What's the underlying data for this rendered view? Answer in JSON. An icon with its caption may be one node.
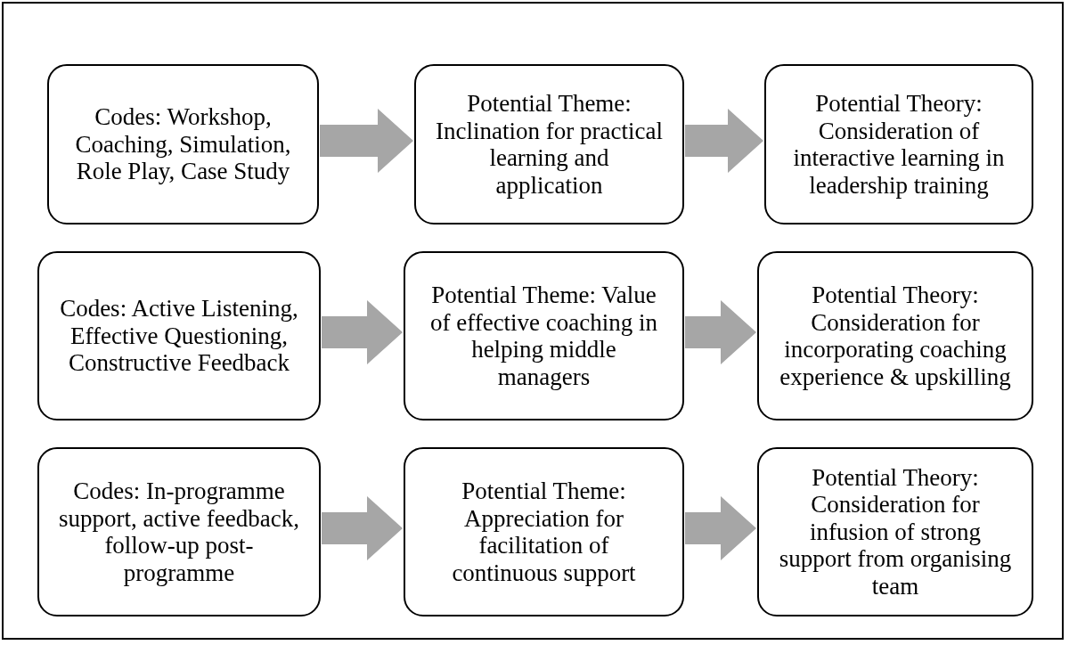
{
  "diagram": {
    "nodes": [
      {
        "text": [
          "Codes: Workshop, Coaching, Simulation, Role Play, Case Study"
        ]
      },
      {
        "text": [
          "Potential Theme: Inclination for practical learning and application"
        ]
      },
      {
        "text": [
          "Potential Theory: Consideration of interactive learning in leadership training"
        ]
      },
      {
        "text": [
          "Codes: Active Listening, Effective Questioning, Constructive Feedback"
        ]
      },
      {
        "text": [
          "Potential Theme: Value of effective coaching in helping middle managers"
        ]
      },
      {
        "text": [
          "Potential Theory: Consideration for incorporating coaching experience & upskilling"
        ]
      },
      {
        "text": [
          "Codes: In-programme support, active feedback, follow-up post-programme"
        ]
      },
      {
        "text": [
          "Potential Theme: Appreciation for facilitation of continuous support"
        ]
      },
      {
        "text": [
          "Potential Theory: Consideration for infusion of strong support from organising team"
        ]
      }
    ],
    "edges": [
      {
        "from": 0,
        "to": 1,
        "arrow": "to"
      },
      {
        "from": 1,
        "to": 2,
        "arrow": "to"
      },
      {
        "from": 3,
        "to": 4,
        "arrow": "to"
      },
      {
        "from": 4,
        "to": 5,
        "arrow": "to"
      },
      {
        "from": 6,
        "to": 7,
        "arrow": "to"
      },
      {
        "from": 7,
        "to": 8,
        "arrow": "to"
      }
    ]
  }
}
